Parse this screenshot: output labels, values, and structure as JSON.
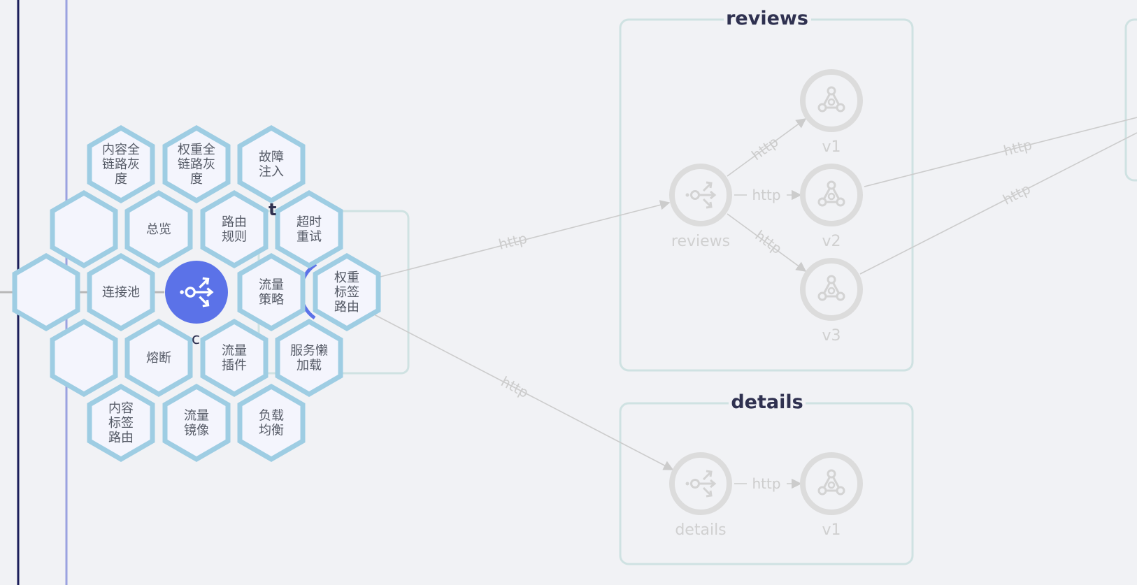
{
  "groups": {
    "reviews": {
      "title": "reviews",
      "service_label": "reviews",
      "versions": [
        "v1",
        "v2",
        "v3"
      ]
    },
    "details": {
      "title": "details",
      "service_label": "details",
      "versions": [
        "v1"
      ]
    }
  },
  "edges": {
    "protocol": "http"
  },
  "hub": {
    "partial_label": "t",
    "partial_sub": "c"
  },
  "menu": {
    "items": [
      {
        "key": "content-full-link-gray",
        "label": "内容全\n链路灰\n度"
      },
      {
        "key": "weight-full-link-gray",
        "label": "权重全\n链路灰\n度"
      },
      {
        "key": "fault-injection",
        "label": "故障\n注入"
      },
      {
        "key": "blank-1",
        "label": ""
      },
      {
        "key": "overview",
        "label": "总览"
      },
      {
        "key": "routing-rules",
        "label": "路由\n规则"
      },
      {
        "key": "timeout-retry",
        "label": "超时\n重试"
      },
      {
        "key": "blank-2",
        "label": ""
      },
      {
        "key": "connection-pool",
        "label": "连接池"
      },
      {
        "key": "traffic-policy",
        "label": "流量\n策略"
      },
      {
        "key": "weight-tag-routing",
        "label": "权重\n标签\n路由"
      },
      {
        "key": "blank-3",
        "label": ""
      },
      {
        "key": "circuit-breaker",
        "label": "熔断"
      },
      {
        "key": "traffic-plugin",
        "label": "流量\n插件"
      },
      {
        "key": "service-lazy-load",
        "label": "服务懒\n加载"
      },
      {
        "key": "content-tag-routing",
        "label": "内容\n标签\n路由"
      },
      {
        "key": "traffic-mirror",
        "label": "流量\n镜像"
      },
      {
        "key": "load-balance",
        "label": "负载\n均衡"
      }
    ]
  },
  "colors": {
    "background": "#f1f2f5",
    "group_border": "#cfe2e2",
    "node_ring": "#dcdcdc",
    "node_icon": "#d3d3d3",
    "edge": "#cccccc",
    "hex_stroke": "#9ecde3",
    "hex_fill": "#f4f5fd",
    "hub_fill": "#5b72e8",
    "sidebar_dark": "#1c1f5a",
    "sidebar_light": "#9aa2e0"
  },
  "icons": {
    "service": "gateway-split-icon",
    "version": "cluster-icon"
  }
}
